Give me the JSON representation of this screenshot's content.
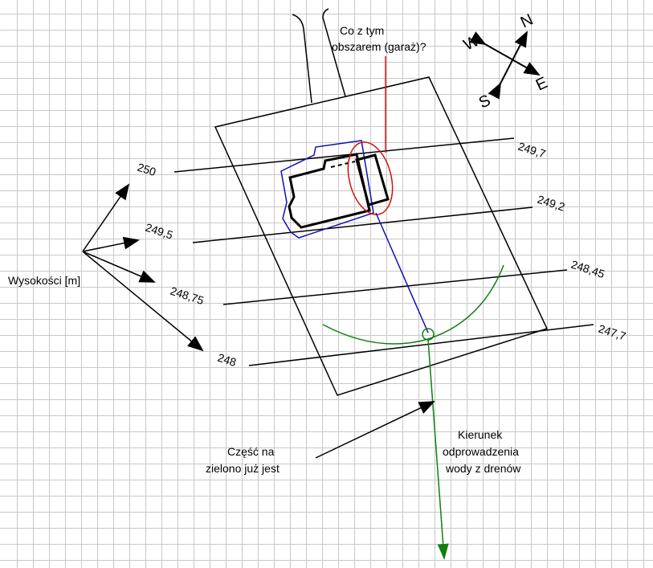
{
  "question": {
    "line1": "Co z tym",
    "line2": "obszarem (garaż)?"
  },
  "compass": {
    "n": "N",
    "s": "S",
    "w": "W",
    "e": "E"
  },
  "heights_label": "Wysokości [m]",
  "contours_left": [
    "250",
    "249,5",
    "248,75",
    "248"
  ],
  "contours_right": [
    "249,7",
    "249,2",
    "248,45",
    "247,7"
  ],
  "green_note": {
    "line1": "Część na",
    "line2": "zielono już jest"
  },
  "drain_note": {
    "line1": "Kierunek",
    "line2": "odprowadzenia",
    "line3": "wody z drenów"
  },
  "colors": {
    "red": "#d01010",
    "blue": "#1010b0",
    "green": "#108010"
  }
}
